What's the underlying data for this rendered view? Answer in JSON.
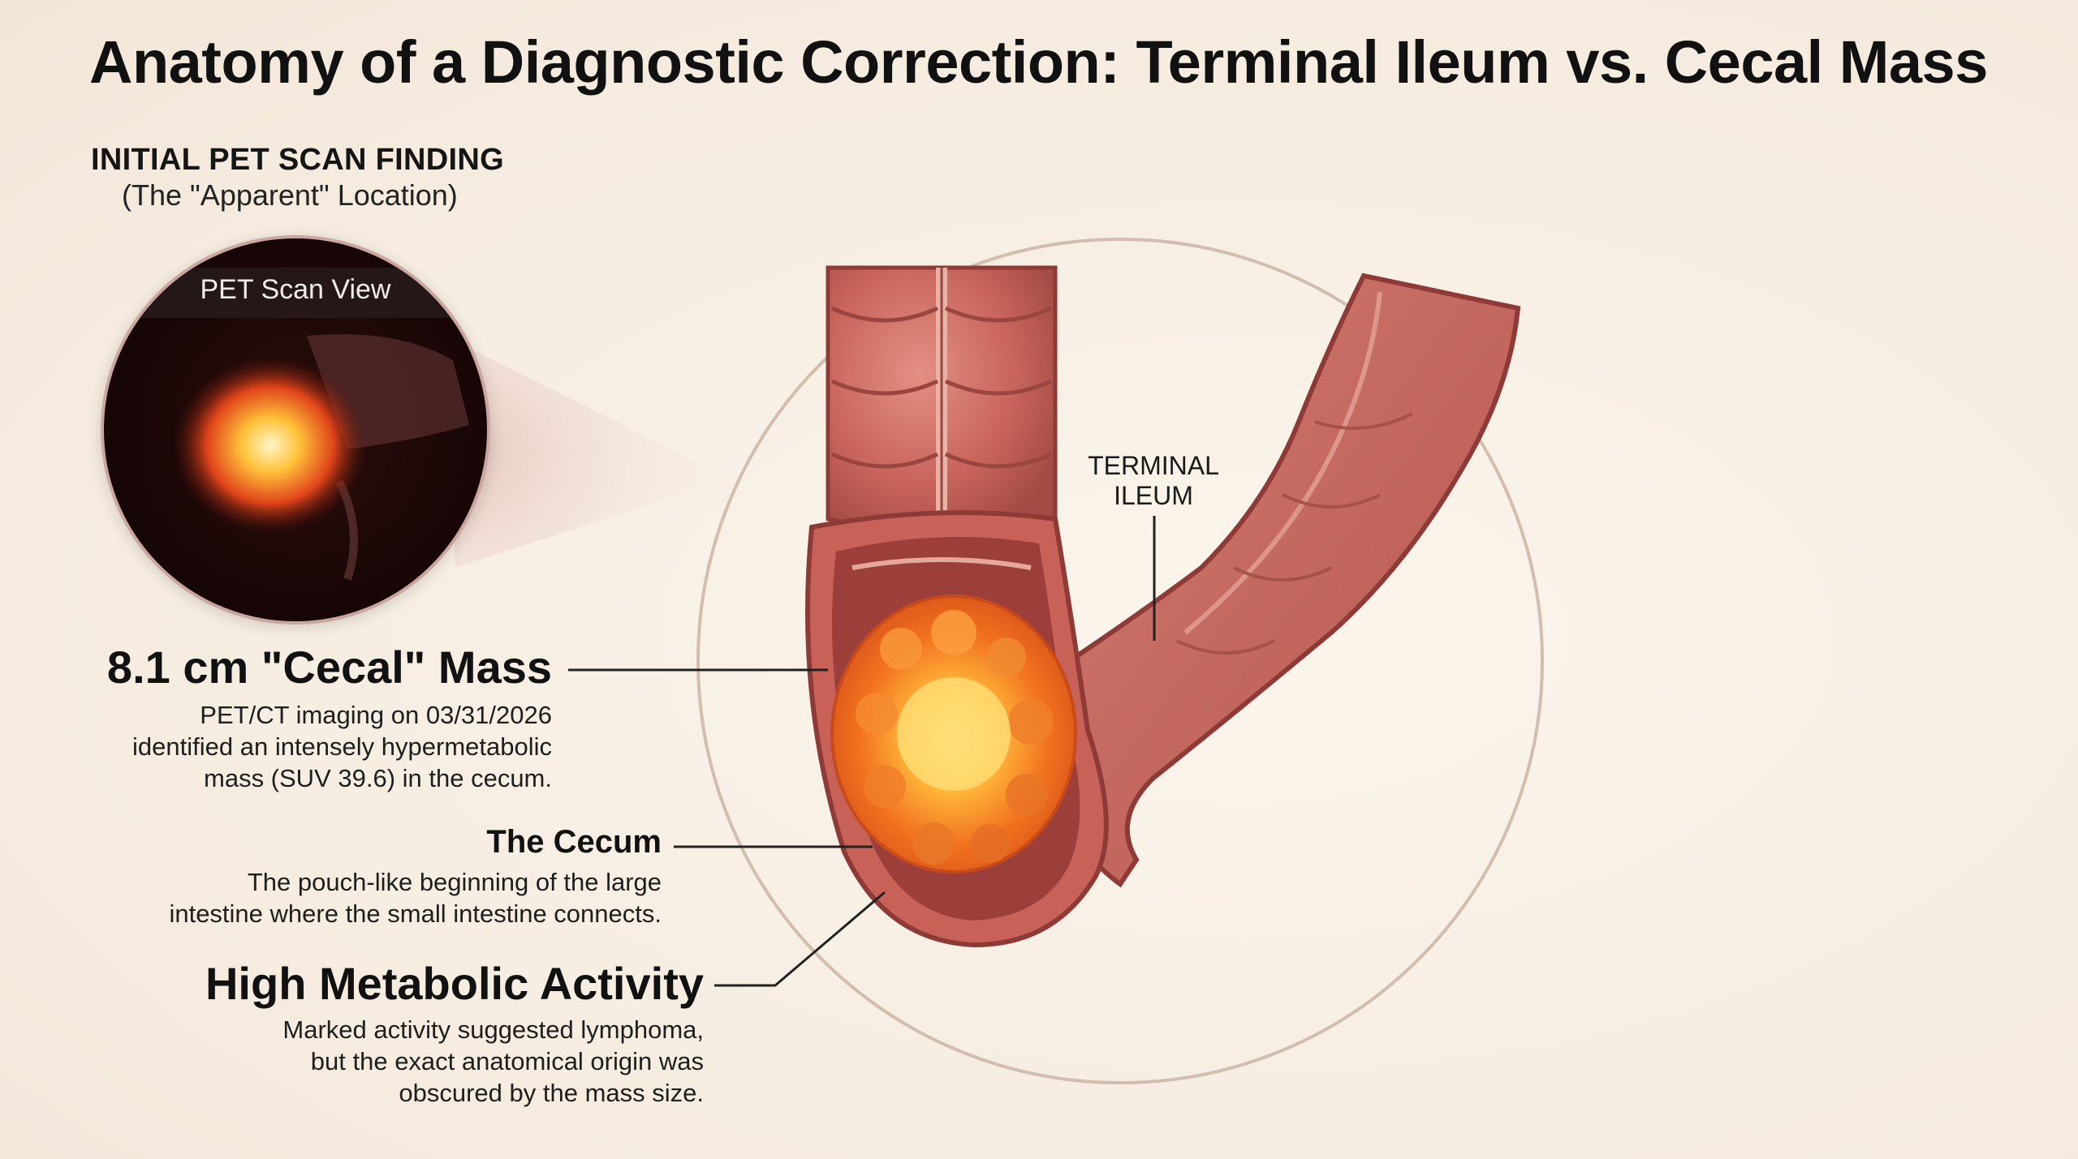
{
  "header": {
    "title": "Anatomy of a Diagnostic Correction: Terminal Ileum vs. Cecal Mass"
  },
  "pet_panel": {
    "heading": "INITIAL PET SCAN FINDING",
    "subheading": "(The \"Apparent\" Location)",
    "view_label": "PET Scan View"
  },
  "labels": {
    "terminal_ileum_line1": "TERMINAL",
    "terminal_ileum_line2": "ILEUM"
  },
  "callouts": {
    "cecal_mass": {
      "heading": "8.1 cm \"Cecal\" Mass",
      "line1": "PET/CT imaging on 03/31/2026",
      "line2": "identified an intensely hypermetabolic",
      "line3": "mass (SUV 39.6) in the cecum."
    },
    "cecum": {
      "heading": "The Cecum",
      "line1": "The pouch-like beginning of the large",
      "line2": "intestine where the small intestine connects."
    },
    "metabolic": {
      "heading": "High Metabolic Activity",
      "line1": "Marked activity suggested lymphoma,",
      "line2": "but the exact anatomical origin was",
      "line3": "obscured by the mass size."
    }
  },
  "colors": {
    "background": "#f7efe4",
    "intestine": "#c4605a",
    "intestine_dark": "#8e3a36",
    "mass_core": "#ffd85a",
    "mass_outer": "#f26a1e",
    "leader_line": "#222222"
  },
  "icons": [
    "pet-scan-image",
    "intestine-illustration",
    "tumor-mass"
  ]
}
